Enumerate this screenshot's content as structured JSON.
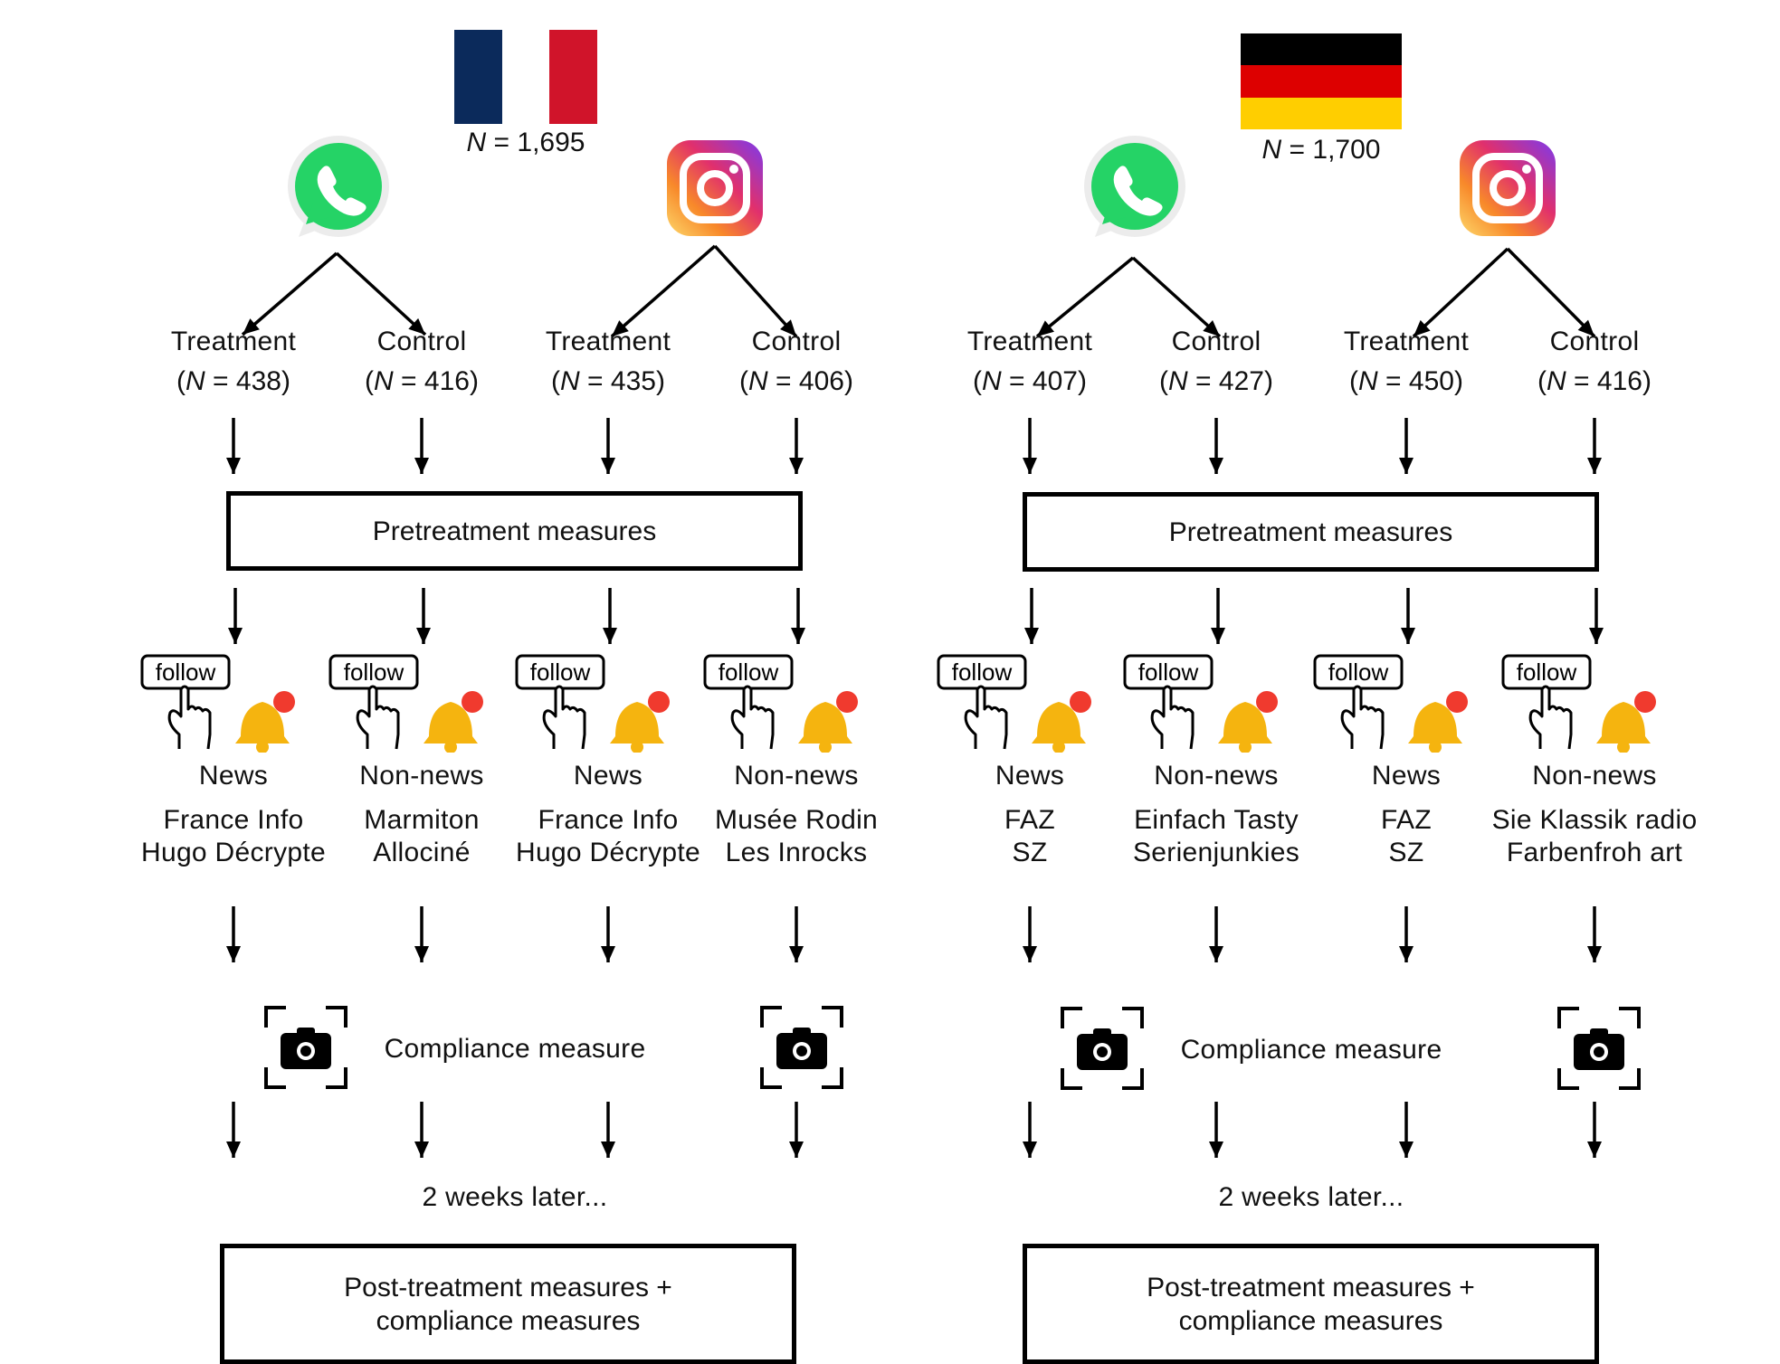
{
  "panels": [
    {
      "country": "France",
      "flag_colors": [
        "#0b2a5b",
        "#ffffff",
        "#d0142a"
      ],
      "total_label": "N = 1,695",
      "total_n_letter": "N",
      "total_n_value": " = 1,695",
      "platforms": [
        "whatsapp-icon",
        "instagram-icon"
      ],
      "groups": [
        {
          "label": "Treatment",
          "n": "438",
          "type": "News",
          "account1": "France Info",
          "account2": "Hugo Décrypte"
        },
        {
          "label": "Control",
          "n": "416",
          "type": "Non-news",
          "account1": "Marmiton",
          "account2": "Allociné"
        },
        {
          "label": "Treatment",
          "n": "435",
          "type": "News",
          "account1": "France Info",
          "account2": "Hugo Décrypte"
        },
        {
          "label": "Control",
          "n": "406",
          "type": "Non-news",
          "account1": "Musée Rodin",
          "account2": "Les Inrocks"
        }
      ],
      "pretreatment": "Pretreatment measures",
      "compliance": "Compliance measure",
      "later": "2 weeks later...",
      "post_line1": "Post-treatment measures +",
      "post_line2": "compliance measures"
    },
    {
      "country": "Germany",
      "flag_colors": [
        "#000000",
        "#dd0000",
        "#ffce00"
      ],
      "total_n_letter": "N",
      "total_n_value": " = 1,700",
      "platforms": [
        "whatsapp-icon",
        "instagram-icon"
      ],
      "groups": [
        {
          "label": "Treatment",
          "n": "407",
          "type": "News",
          "account1": "FAZ",
          "account2": "SZ"
        },
        {
          "label": "Control",
          "n": "427",
          "type": "Non-news",
          "account1": "Einfach Tasty",
          "account2": "Serienjunkies"
        },
        {
          "label": "Treatment",
          "n": "450",
          "type": "News",
          "account1": "FAZ",
          "account2": "SZ"
        },
        {
          "label": "Control",
          "n": "416",
          "type": "Non-news",
          "account1": "Sie Klassik radio",
          "account2": "Farbenfroh art"
        }
      ],
      "pretreatment": "Pretreatment measures",
      "compliance": "Compliance measure",
      "later": "2 weeks later...",
      "post_line1": "Post-treatment measures +",
      "post_line2": "compliance measures"
    }
  ],
  "follow_label": "follow",
  "n_letter": "N",
  "colors": {
    "whatsapp": "#25d366",
    "bell": "#f5b40f",
    "notification_dot": "#f03a2e",
    "line": "#000000"
  }
}
